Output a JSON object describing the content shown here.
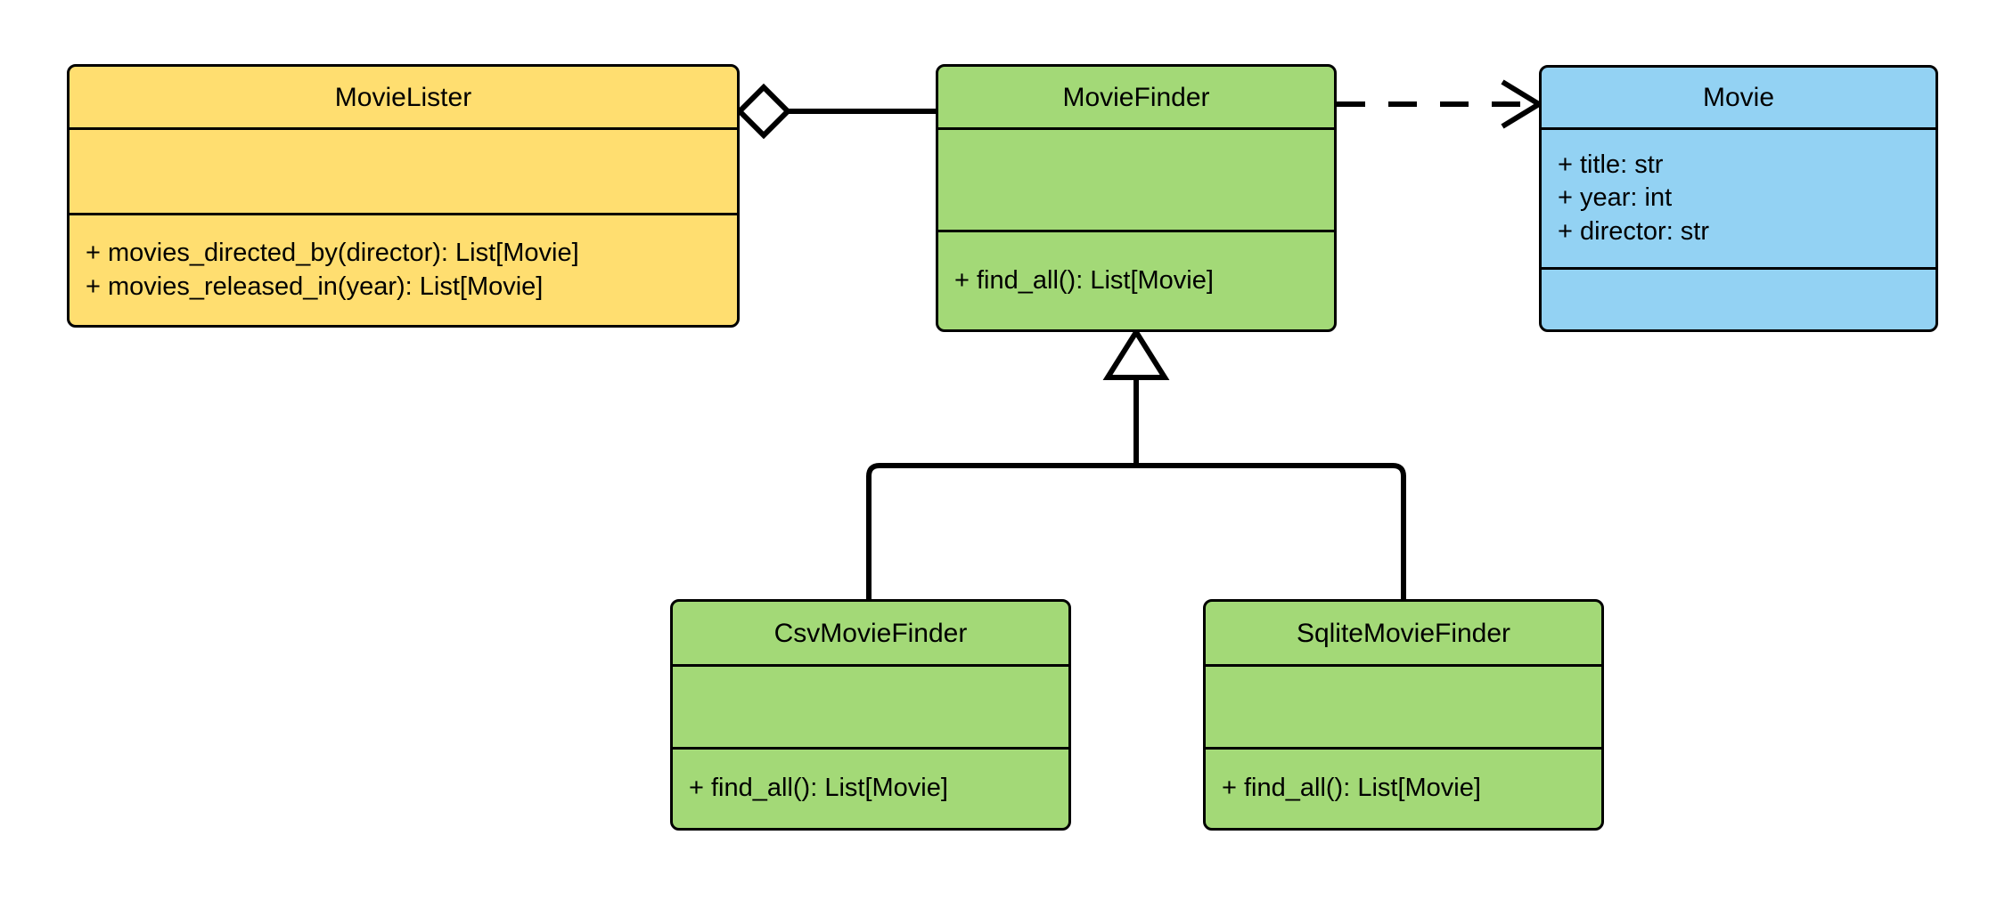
{
  "diagram": {
    "kind": "uml-class-diagram",
    "background": "#ffffff",
    "stroke_color": "#000000",
    "colors": {
      "yellow": "#FFDE70",
      "green": "#A3D977",
      "blue": "#93D2F3",
      "line": "#000000"
    }
  },
  "classes": {
    "movielister": {
      "name": "MovieLister",
      "fill": "#FFDE70",
      "attributes": [],
      "methods": [
        "+ movies_directed_by(director): List[Movie]",
        "+ movies_released_in(year): List[Movie]"
      ]
    },
    "moviefinder": {
      "name": "MovieFinder",
      "fill": "#A3D977",
      "attributes": [],
      "methods": [
        "+ find_all(): List[Movie]"
      ]
    },
    "movie": {
      "name": "Movie",
      "fill": "#93D2F3",
      "attributes": [
        "+ title: str",
        "+ year: int",
        "+ director: str"
      ],
      "methods": []
    },
    "csvmoviefinder": {
      "name": "CsvMovieFinder",
      "fill": "#A3D977",
      "attributes": [],
      "methods": [
        "+ find_all(): List[Movie]"
      ]
    },
    "sqlitemoviefinder": {
      "name": "SqliteMovieFinder",
      "fill": "#A3D977",
      "attributes": [],
      "methods": [
        "+ find_all(): List[Movie]"
      ]
    }
  },
  "relationships": [
    {
      "id": "aggregation-movielister-moviefinder",
      "type": "aggregation",
      "from": "MovieLister",
      "to": "MovieFinder",
      "style": "solid",
      "marker": "hollow-diamond"
    },
    {
      "id": "dependency-moviefinder-movie",
      "type": "dependency",
      "from": "MovieFinder",
      "to": "Movie",
      "style": "dashed",
      "marker": "open-arrow"
    },
    {
      "id": "generalization-csvmoviefinder-moviefinder",
      "type": "generalization",
      "from": "CsvMovieFinder",
      "to": "MovieFinder",
      "style": "solid",
      "marker": "hollow-triangle"
    },
    {
      "id": "generalization-sqlitemoviefinder-moviefinder",
      "type": "generalization",
      "from": "SqliteMovieFinder",
      "to": "MovieFinder",
      "style": "solid",
      "marker": "hollow-triangle"
    }
  ]
}
